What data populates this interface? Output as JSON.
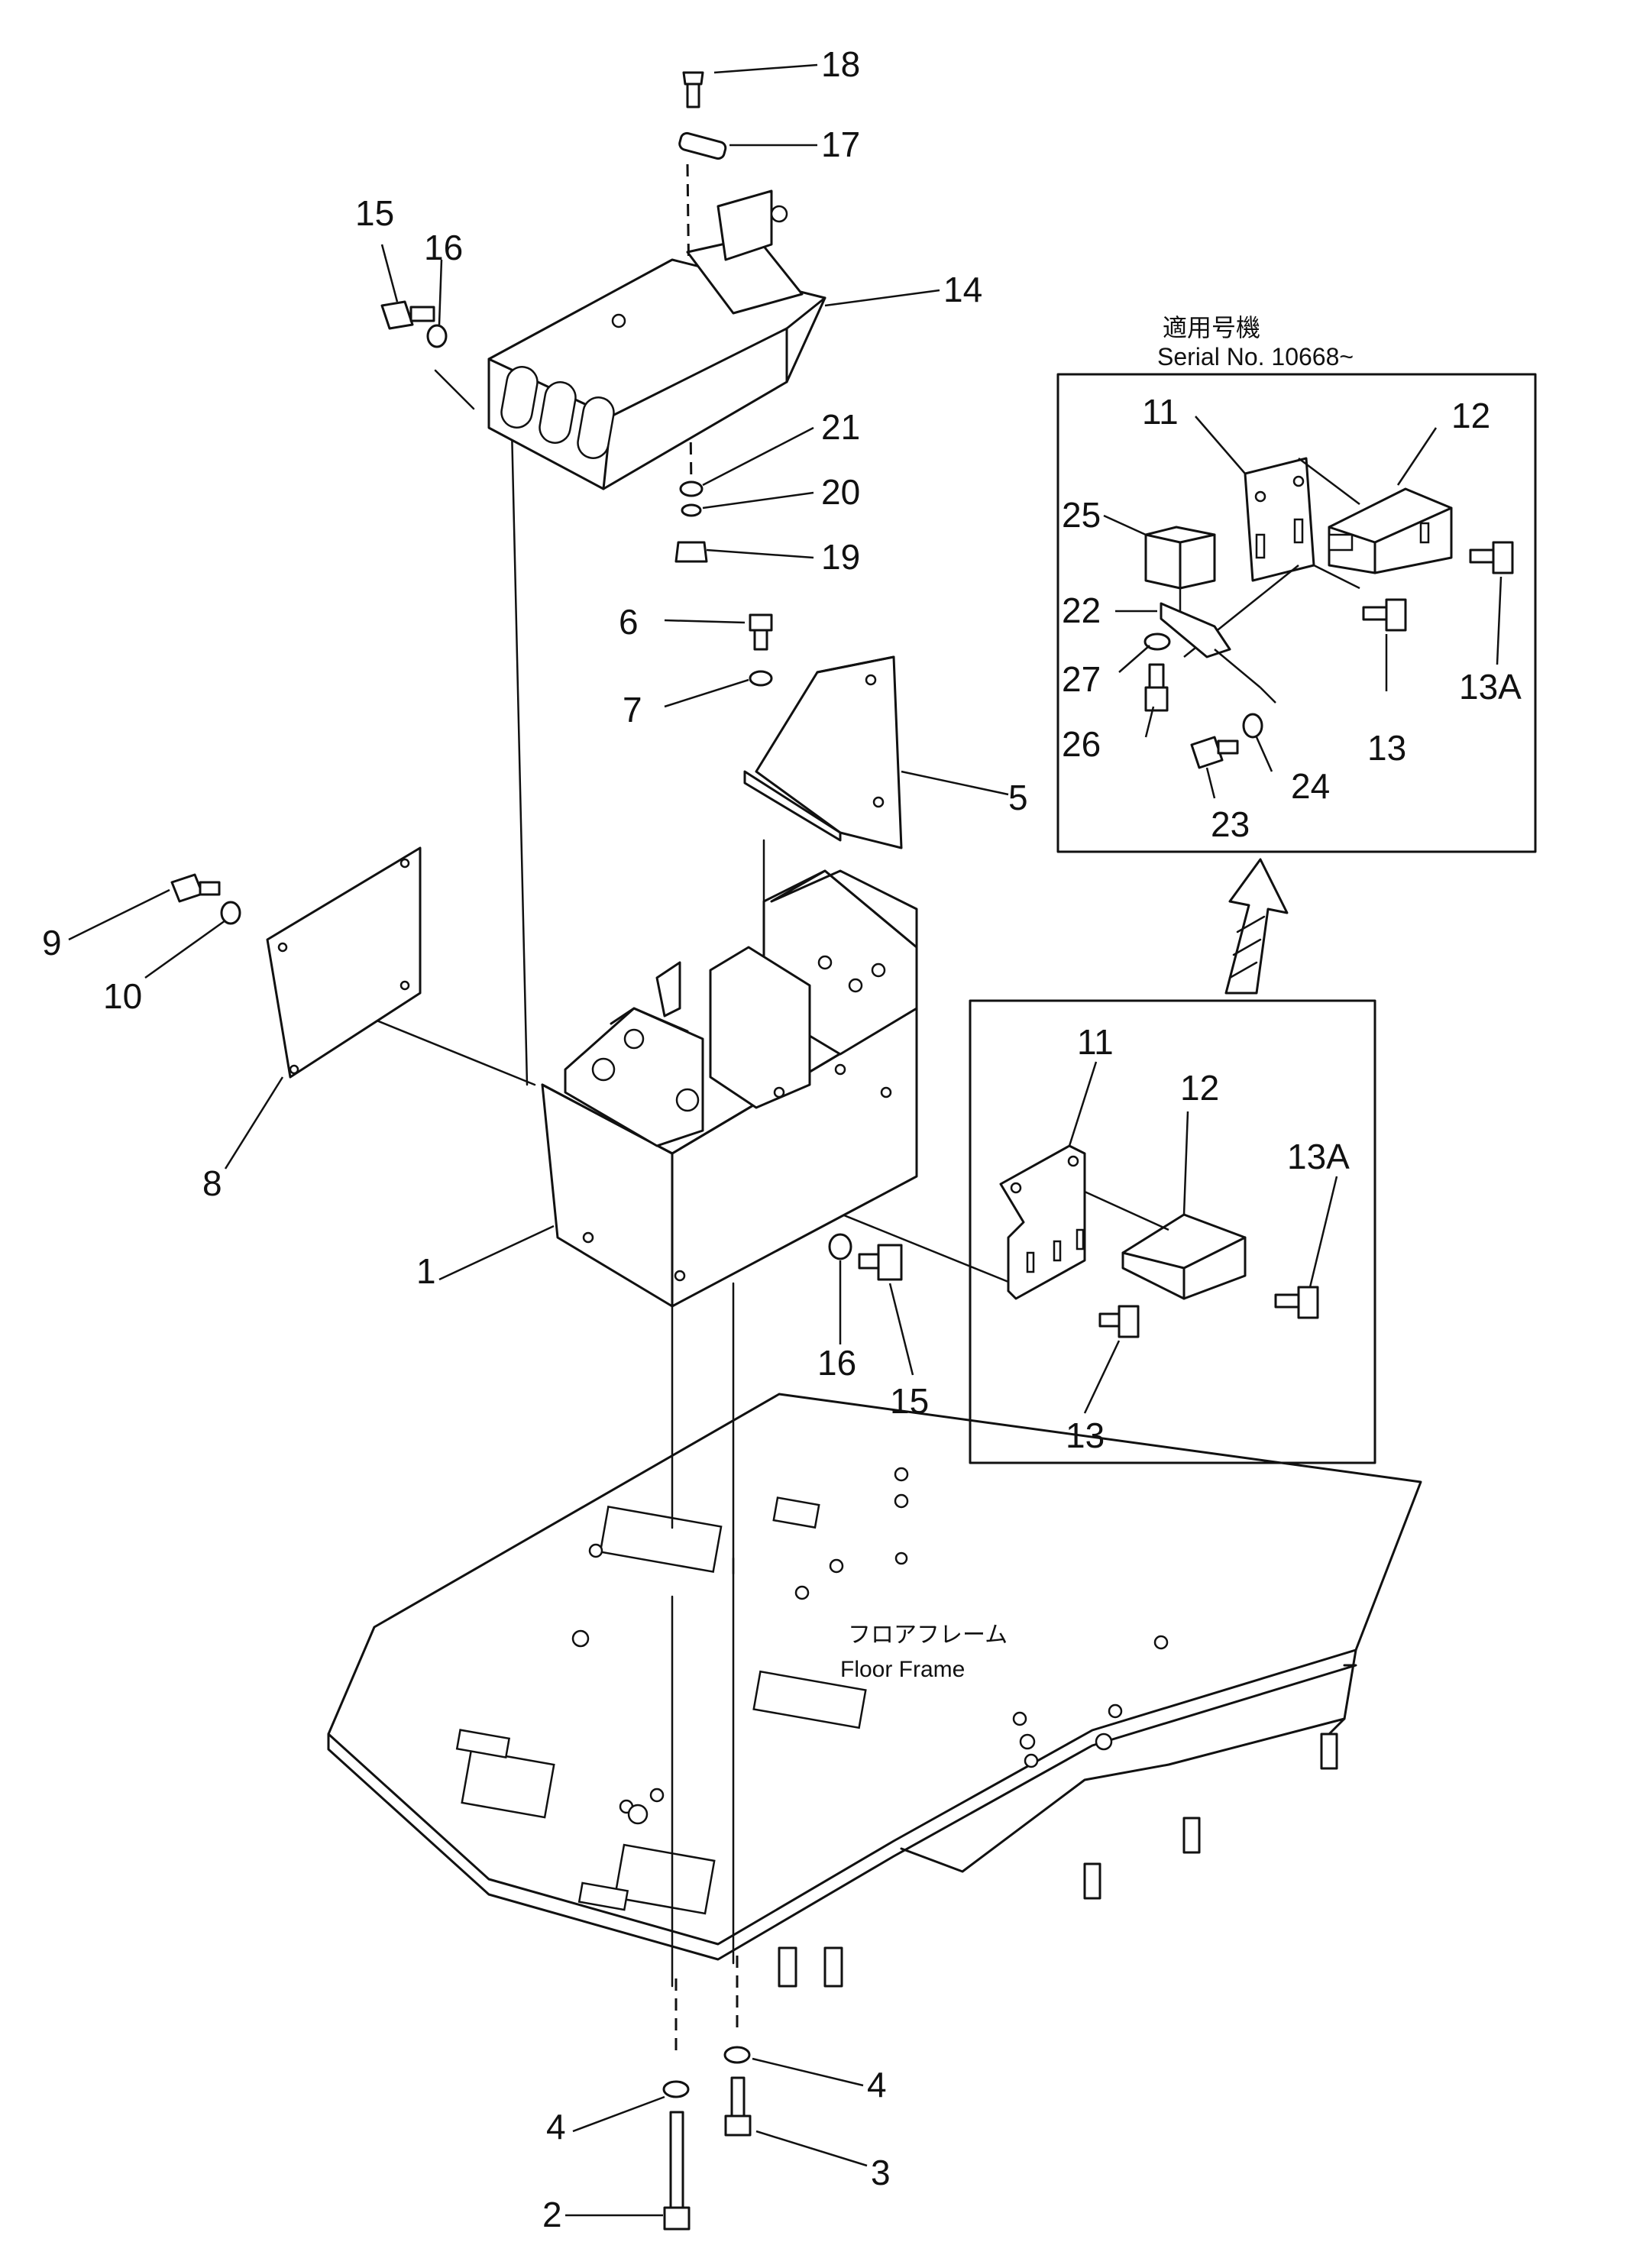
{
  "labels": {
    "p1": "1",
    "p2": "2",
    "p3": "3",
    "p4a": "4",
    "p4b": "4",
    "p5": "5",
    "p6": "6",
    "p7": "7",
    "p8": "8",
    "p9": "9",
    "p10": "10",
    "p11a": "11",
    "p11b": "11",
    "p12a": "12",
    "p12b": "12",
    "p13a": "13",
    "p13b": "13",
    "p13Aa": "13A",
    "p13Ab": "13A",
    "p14": "14",
    "p15a": "15",
    "p15b": "15",
    "p16a": "16",
    "p16b": "16",
    "p17": "17",
    "p18": "18",
    "p19": "19",
    "p20": "20",
    "p21": "21",
    "p22": "22",
    "p23": "23",
    "p24": "24",
    "p25": "25",
    "p26": "26",
    "p27": "27"
  },
  "floor_frame": {
    "jp": "フロアフレーム",
    "en": "Floor Frame"
  },
  "serial_box": {
    "jp": "適用号機",
    "en": "Serial No. 10668~"
  }
}
